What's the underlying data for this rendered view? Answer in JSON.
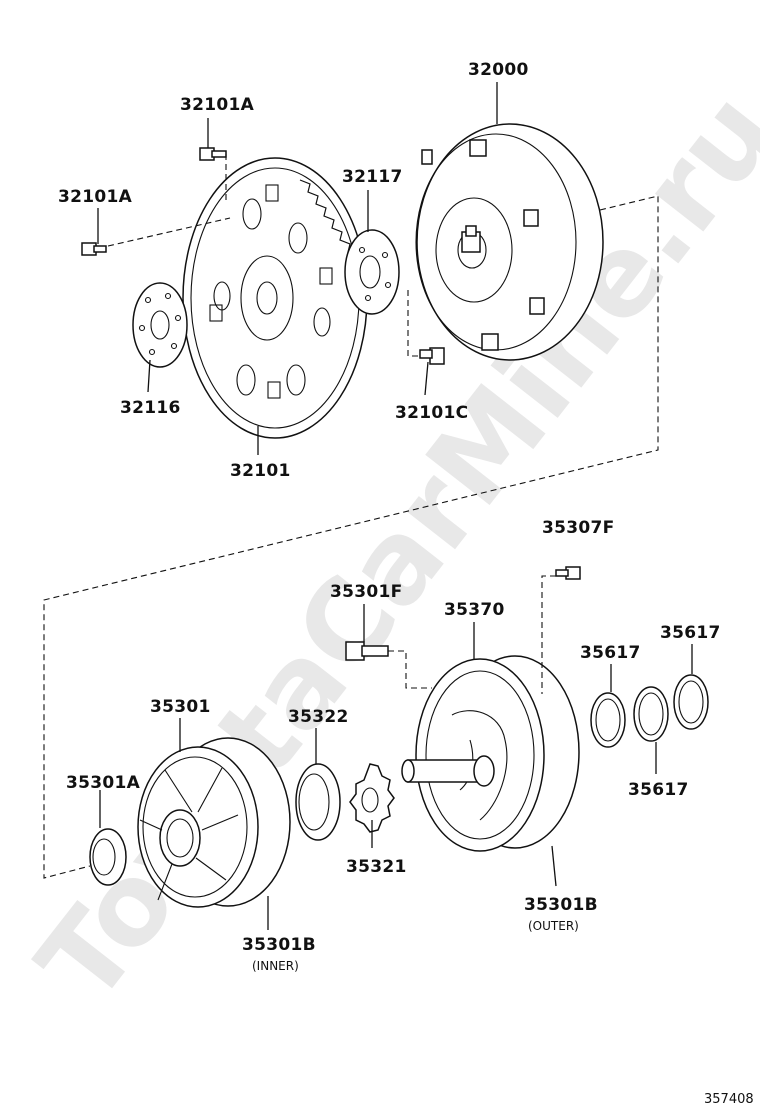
{
  "watermark": "ToyotaCarMine.ru",
  "document_number": "357408",
  "parts": {
    "p32000": "32000",
    "p32101A_top": "32101A",
    "p32101A_left": "32101A",
    "p32117": "32117",
    "p32116": "32116",
    "p32101C": "32101C",
    "p32101": "32101",
    "p35307F": "35307F",
    "p35301F": "35301F",
    "p35370": "35370",
    "p35617_a": "35617",
    "p35617_b": "35617",
    "p35617_c": "35617",
    "p35301": "35301",
    "p35322": "35322",
    "p35301A": "35301A",
    "p35321": "35321",
    "p35301B_outer": "35301B",
    "p35301B_inner": "35301B"
  },
  "notes": {
    "outer": "(OUTER)",
    "inner": "(INNER)"
  }
}
